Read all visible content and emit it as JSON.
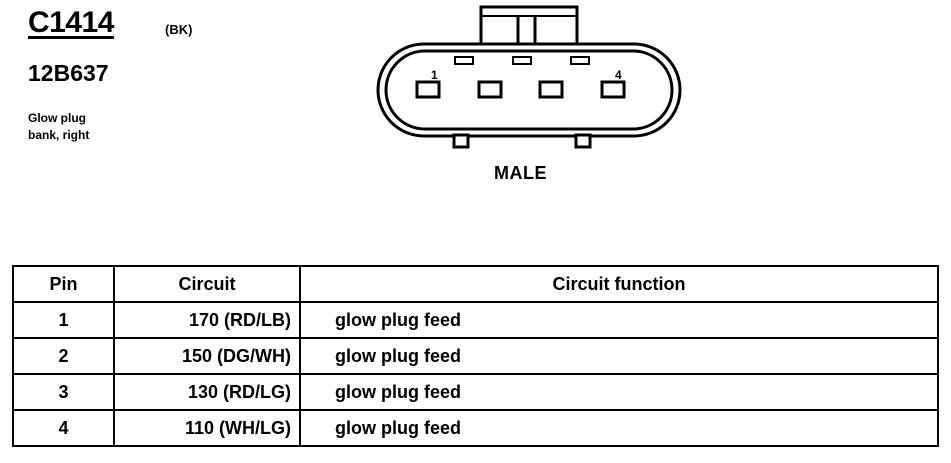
{
  "header": {
    "connector_id": "C1414",
    "color_code": "(BK)",
    "part_number": "12B637",
    "description_line1": "Glow plug",
    "description_line2": "bank, right"
  },
  "diagram": {
    "pin_label_first": "1",
    "pin_label_last": "4",
    "gender": "MALE"
  },
  "table": {
    "headers": [
      "Pin",
      "Circuit",
      "Circuit function"
    ],
    "rows": [
      {
        "pin": "1",
        "circuit": "170 (RD/LB)",
        "function": "glow plug feed"
      },
      {
        "pin": "2",
        "circuit": "150 (DG/WH)",
        "function": "glow plug feed"
      },
      {
        "pin": "3",
        "circuit": "130 (RD/LG)",
        "function": "glow plug feed"
      },
      {
        "pin": "4",
        "circuit": "110 (WH/LG)",
        "function": "glow plug feed"
      }
    ]
  }
}
